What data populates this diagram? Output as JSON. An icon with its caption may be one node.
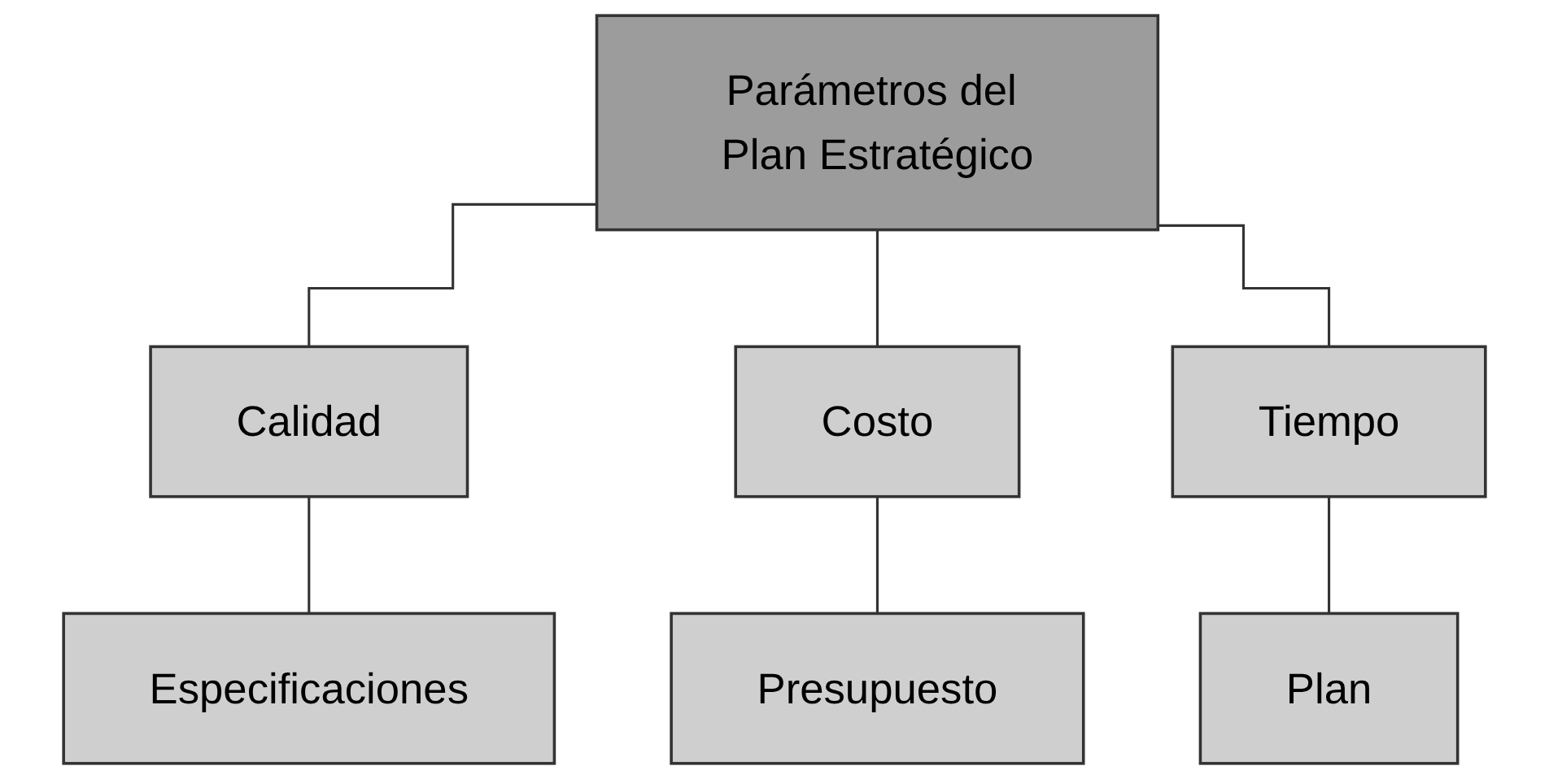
{
  "diagram": {
    "nodes": [
      {
        "text": [
          "Parámetros del Plan Estratégico"
        ]
      },
      {
        "text": [
          "Calidad"
        ]
      },
      {
        "text": [
          "Costo"
        ]
      },
      {
        "text": [
          "Tiempo"
        ]
      },
      {
        "text": [
          "Especificaciones"
        ]
      },
      {
        "text": [
          "Presupuesto"
        ]
      },
      {
        "text": [
          "Plan"
        ]
      }
    ],
    "edges": [
      {
        "from": 0,
        "to": 1,
        "arrow": "none"
      },
      {
        "from": 0,
        "to": 2,
        "arrow": "none"
      },
      {
        "from": 0,
        "to": 3,
        "arrow": "none"
      },
      {
        "from": 1,
        "to": 4,
        "arrow": "none"
      },
      {
        "from": 2,
        "to": 5,
        "arrow": "none"
      },
      {
        "from": 3,
        "to": 6,
        "arrow": "none"
      }
    ]
  }
}
